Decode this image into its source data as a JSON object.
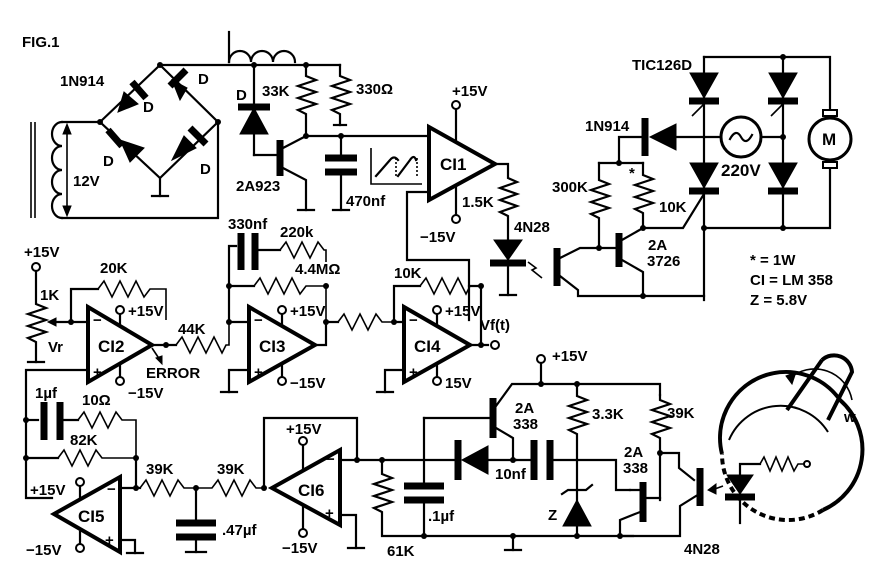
{
  "figure": {
    "title": "FIG.1",
    "notes": [
      "* = 1W",
      "CI = LM 358",
      "Z = 5.8V"
    ]
  },
  "power_supply": {
    "transformer_voltage": "12V",
    "bridge_diode_type": "1N914",
    "diode_label": "D"
  },
  "ramp_generator": {
    "diode_label": "D",
    "r1": "33K",
    "r2": "330Ω",
    "transistor": "2A923",
    "capacitor": "470nf"
  },
  "ci1": {
    "label": "CI1",
    "vplus": "+15V",
    "vminus": "−15V",
    "r_out": "1.5K",
    "opto": "4N28"
  },
  "triac_section": {
    "scr": "TIC126D",
    "diode": "1N914",
    "r1": "300K",
    "r2": "10K",
    "r2_marker": "*",
    "transistor_line1": "2A",
    "transistor_line2": "3726",
    "mains": "220V",
    "motor": "M"
  },
  "ci2": {
    "label": "CI2",
    "supply": "+15V",
    "pot": "1K",
    "pot_label": "Vr",
    "r_fb": "20K",
    "vplus": "+15V",
    "vminus": "−15V",
    "error": "ERROR",
    "r_out": "44K"
  },
  "ci3": {
    "label": "CI3",
    "c_fb": "330nf",
    "r_fb1": "220k",
    "r_fb2": "4.4MΩ",
    "vplus": "+15V",
    "vminus": "−15V"
  },
  "ci4": {
    "label": "CI4",
    "r_fb": "10K",
    "vplus": "+15V",
    "vminus": "15V",
    "output": "Vf(t)"
  },
  "ci5": {
    "label": "CI5",
    "c_fb": "1µf",
    "r_fb1": "10Ω",
    "r_fb2": "82K",
    "vplus": "+15V",
    "vminus": "−15V"
  },
  "filter": {
    "r1": "39K",
    "r2": "39K",
    "cap": ".47µf"
  },
  "ci6": {
    "label": "CI6",
    "vplus": "+15V",
    "vminus": "−15V"
  },
  "tacho": {
    "supply": "+15V",
    "t1_line1": "2A",
    "t1_line2": "338",
    "cap": "10nf",
    "r1": "3.3K",
    "r2": "39K",
    "t2_line1": "2A",
    "t2_line2": "338",
    "zener": "Z",
    "r_load": "61K",
    "c_load": ".1µf",
    "opto": "4N28",
    "rotation": "w"
  }
}
